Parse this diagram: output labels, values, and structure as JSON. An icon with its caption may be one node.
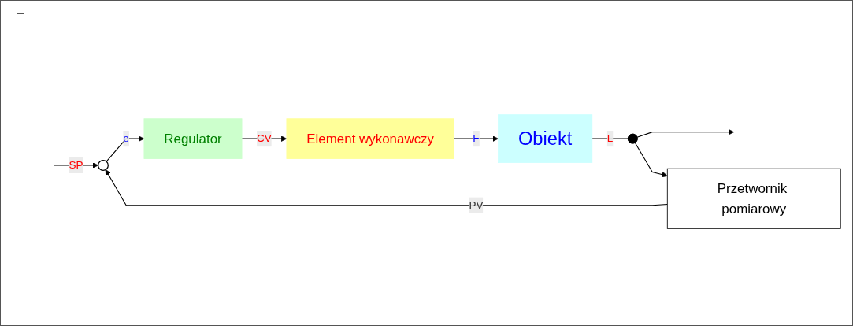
{
  "diagram": {
    "nodes": [
      {
        "text": [],
        "shape": "circle"
      },
      {
        "text": [
          "Regulator"
        ]
      },
      {
        "text": [
          "Element wykonawczy"
        ]
      },
      {
        "text": [
          "Obiekt"
        ]
      },
      {
        "text": [],
        "shape": "circle"
      },
      {
        "text": [
          "Przetwornik pomiarowy"
        ]
      }
    ],
    "edges": [
      {
        "from": null,
        "to": 0,
        "arrow": "to",
        "label": "SP"
      },
      {
        "from": 0,
        "to": 1,
        "arrow": "to",
        "label": "e"
      },
      {
        "from": 1,
        "to": 2,
        "arrow": "to",
        "label": "CV"
      },
      {
        "from": 2,
        "to": 3,
        "arrow": "to",
        "label": "F"
      },
      {
        "from": 3,
        "to": 4,
        "arrow": "none",
        "label": "L"
      },
      {
        "from": 4,
        "to": null,
        "arrow": "to"
      },
      {
        "from": 4,
        "to": 5,
        "arrow": "to"
      },
      {
        "from": 5,
        "to": 0,
        "arrow": "to",
        "label": "PV"
      }
    ],
    "labels": [
      "−"
    ]
  }
}
